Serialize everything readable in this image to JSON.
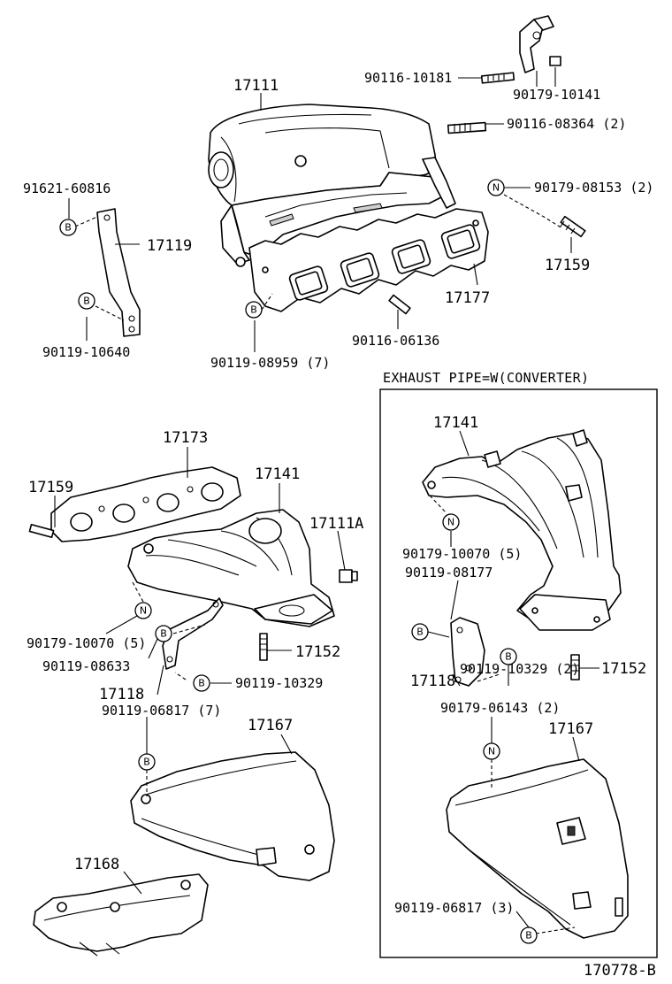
{
  "labels": {
    "top": {
      "p17111": "17111",
      "b90116_10181": "90116-10181",
      "b90179_10141": "90179-10141",
      "b90116_08364": "90116-08364 (2)",
      "n90179_08153": "90179-08153 (2)",
      "p91621_60816": "91621-60816",
      "p17119": "17119",
      "p17159": "17159",
      "p17177": "17177",
      "b90119_10640": "90119-10640",
      "b90116_06136": "90116-06136",
      "b90119_08959": "90119-08959 (7)"
    },
    "left": {
      "p17173": "17173",
      "p17159": "17159",
      "p17141": "17141",
      "p17111A": "17111A",
      "n90179_10070": "90179-10070 (5)",
      "b90119_08633": "90119-08633",
      "p17152": "17152",
      "p17118": "17118",
      "b90119_10329": "90119-10329",
      "b90119_06817": "90119-06817 (7)",
      "p17167": "17167",
      "p17168": "17168"
    },
    "box": {
      "header": "EXHAUST PIPE=W(CONVERTER)",
      "p17141": "17141",
      "n90179_10070": "90179-10070 (5)",
      "b90119_08177": "90119-08177",
      "p17118": "17118",
      "b90119_10329": "90119-10329 (2)",
      "p17152": "17152",
      "n90179_06143": "90179-06143 (2)",
      "p17167": "17167",
      "b90119_06817": "90119-06817 (3)"
    },
    "figure_code": "170778-B"
  },
  "markers": {
    "bolt_letter": "B",
    "nut_letter": "N"
  }
}
